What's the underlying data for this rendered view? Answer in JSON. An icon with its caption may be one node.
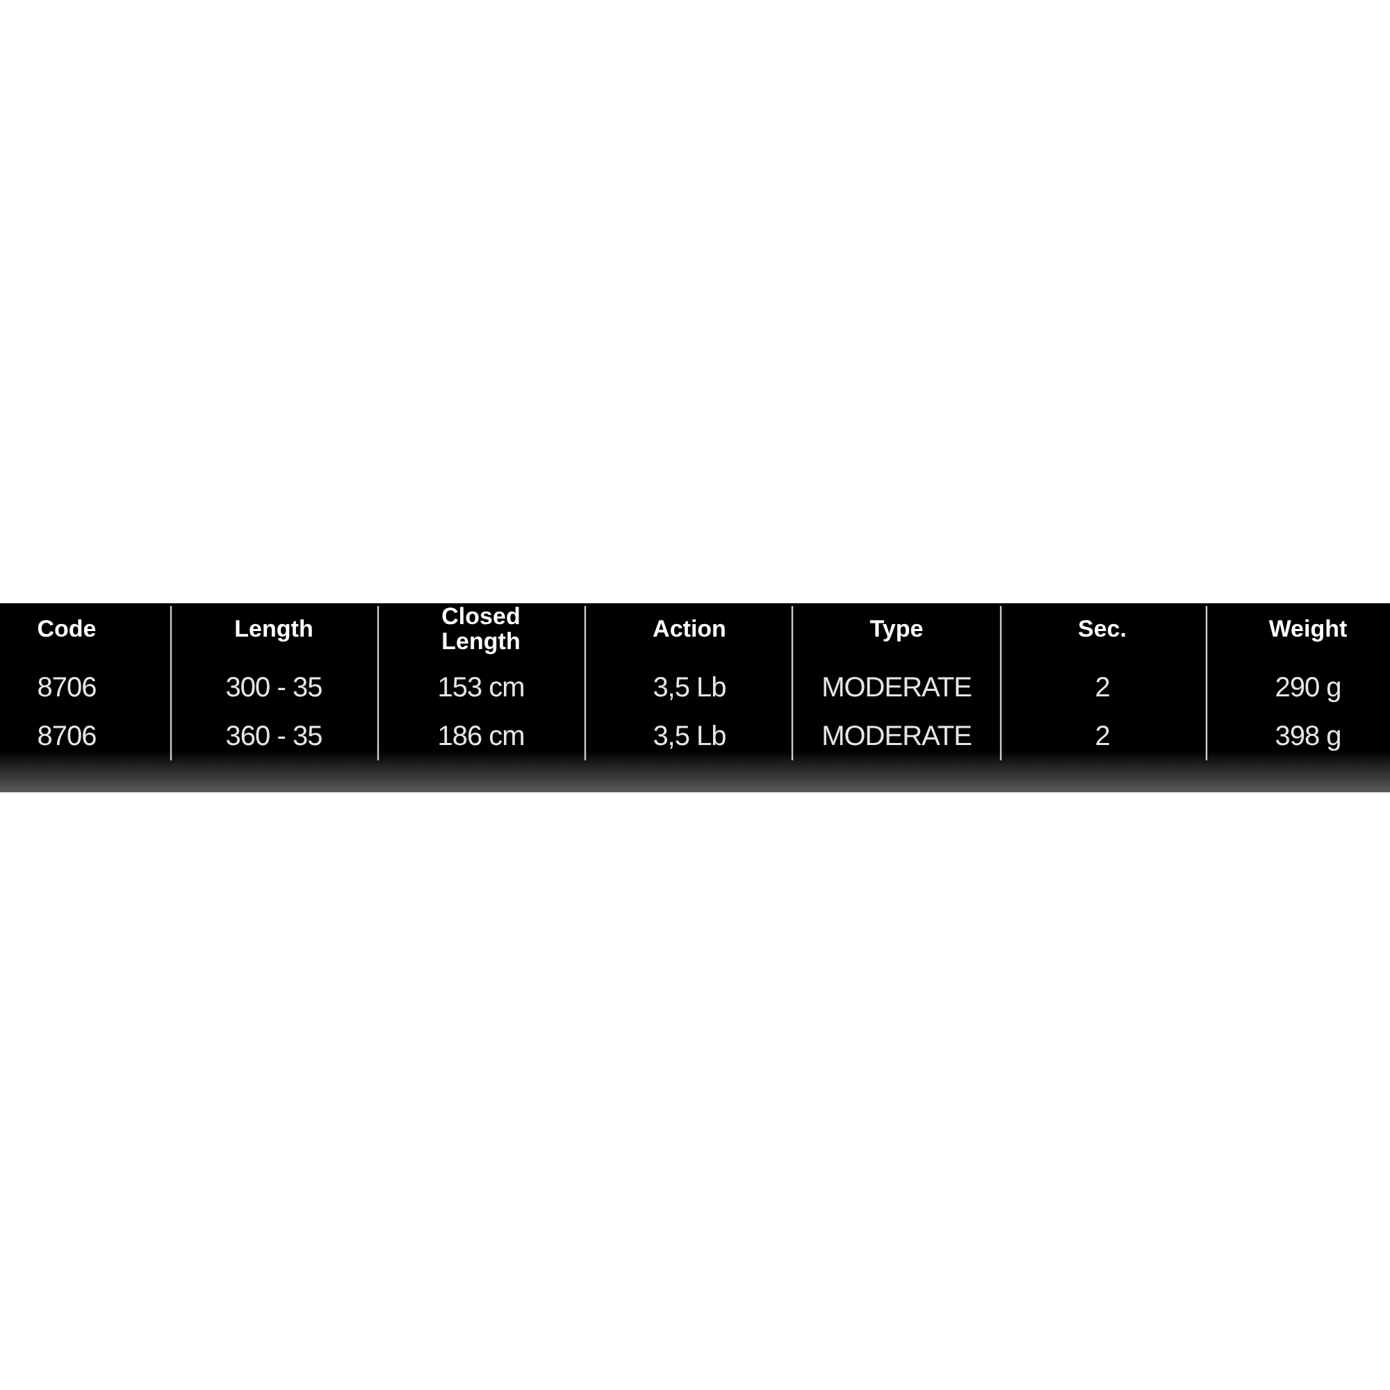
{
  "diagram": {
    "labels": [
      "Code",
      "Length",
      "Closed Length",
      "Action",
      "Type",
      "Sec.",
      "Weight",
      "8706",
      "300 - 35",
      "153 cm",
      "3,5 Lb",
      "MODERATE",
      "2",
      "290 g",
      "8706",
      "360 - 35",
      "186 cm",
      "3,5 Lb",
      "MODERATE",
      "2",
      "398 g"
    ]
  }
}
